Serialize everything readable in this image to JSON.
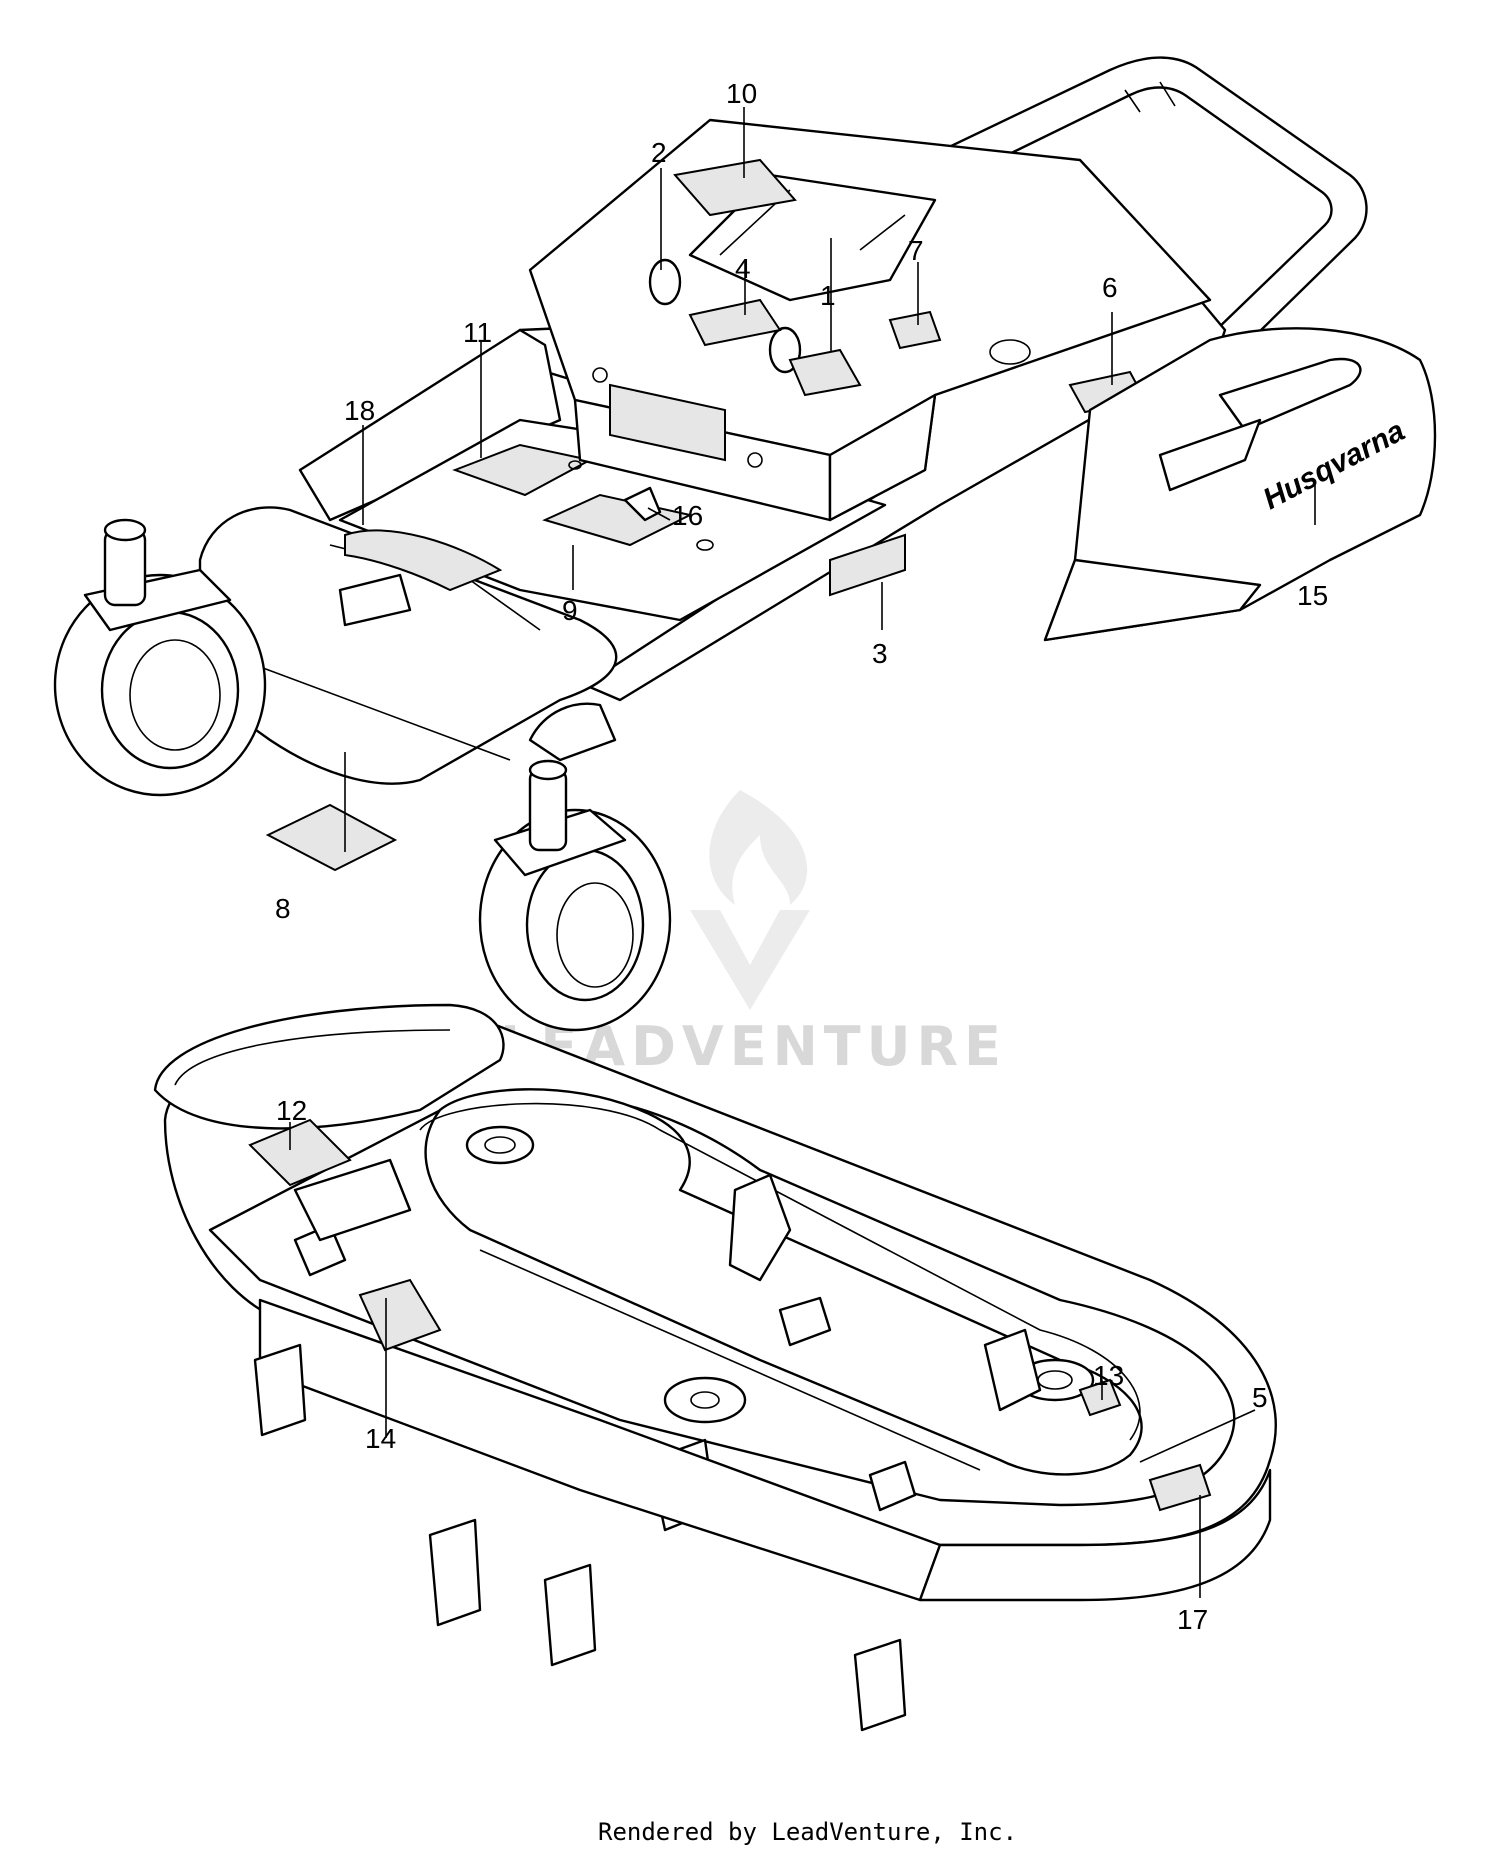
{
  "callouts": [
    "1",
    "2",
    "3",
    "4",
    "5",
    "6",
    "7",
    "8",
    "9",
    "10",
    "11",
    "12",
    "13",
    "14",
    "15",
    "16",
    "17",
    "18"
  ],
  "brand_text": "Husqvarna",
  "watermark": "LEADVENTURE",
  "footer": "Rendered by LeadVenture, Inc."
}
